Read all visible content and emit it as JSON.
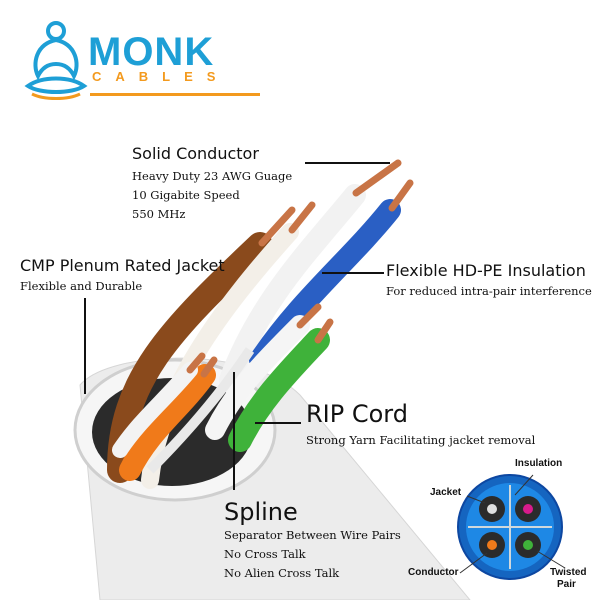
{
  "logo": {
    "word": "MONK",
    "sub": "CABLES",
    "brand_blue": "#1e9fd6",
    "brand_orange": "#f39a1e"
  },
  "callouts": {
    "solid_conductor": {
      "title": "Solid Conductor",
      "lines": [
        "Heavy Duty 23 AWG Guage",
        "10 Gigabite Speed",
        "550 MHz"
      ]
    },
    "cmp_jacket": {
      "title": "CMP Plenum Rated Jacket",
      "lines": [
        "Flexible and Durable"
      ]
    },
    "insulation": {
      "title": "Flexible HD-PE Insulation",
      "lines": [
        "For reduced intra-pair interference"
      ]
    },
    "rip_cord": {
      "title": "RIP Cord",
      "lines": [
        "Strong Yarn Facilitating jacket removal"
      ]
    },
    "spline": {
      "title": "Spline",
      "lines": [
        "Separator Between Wire Pairs",
        "No Cross Talk",
        "No Alien Cross Talk"
      ]
    }
  },
  "cross_section": {
    "insulation": "Insulation",
    "jacket": "Jacket",
    "conductor": "Conductor",
    "twisted_pair_1": "Twisted",
    "twisted_pair_2": "Pair"
  },
  "wire_colors": {
    "brown": "#8a4a1c",
    "blue": "#2a5fc4",
    "orange": "#f07a1a",
    "green": "#3fb23a",
    "copper": "#d9865a",
    "jacket": "#eeeeee"
  }
}
